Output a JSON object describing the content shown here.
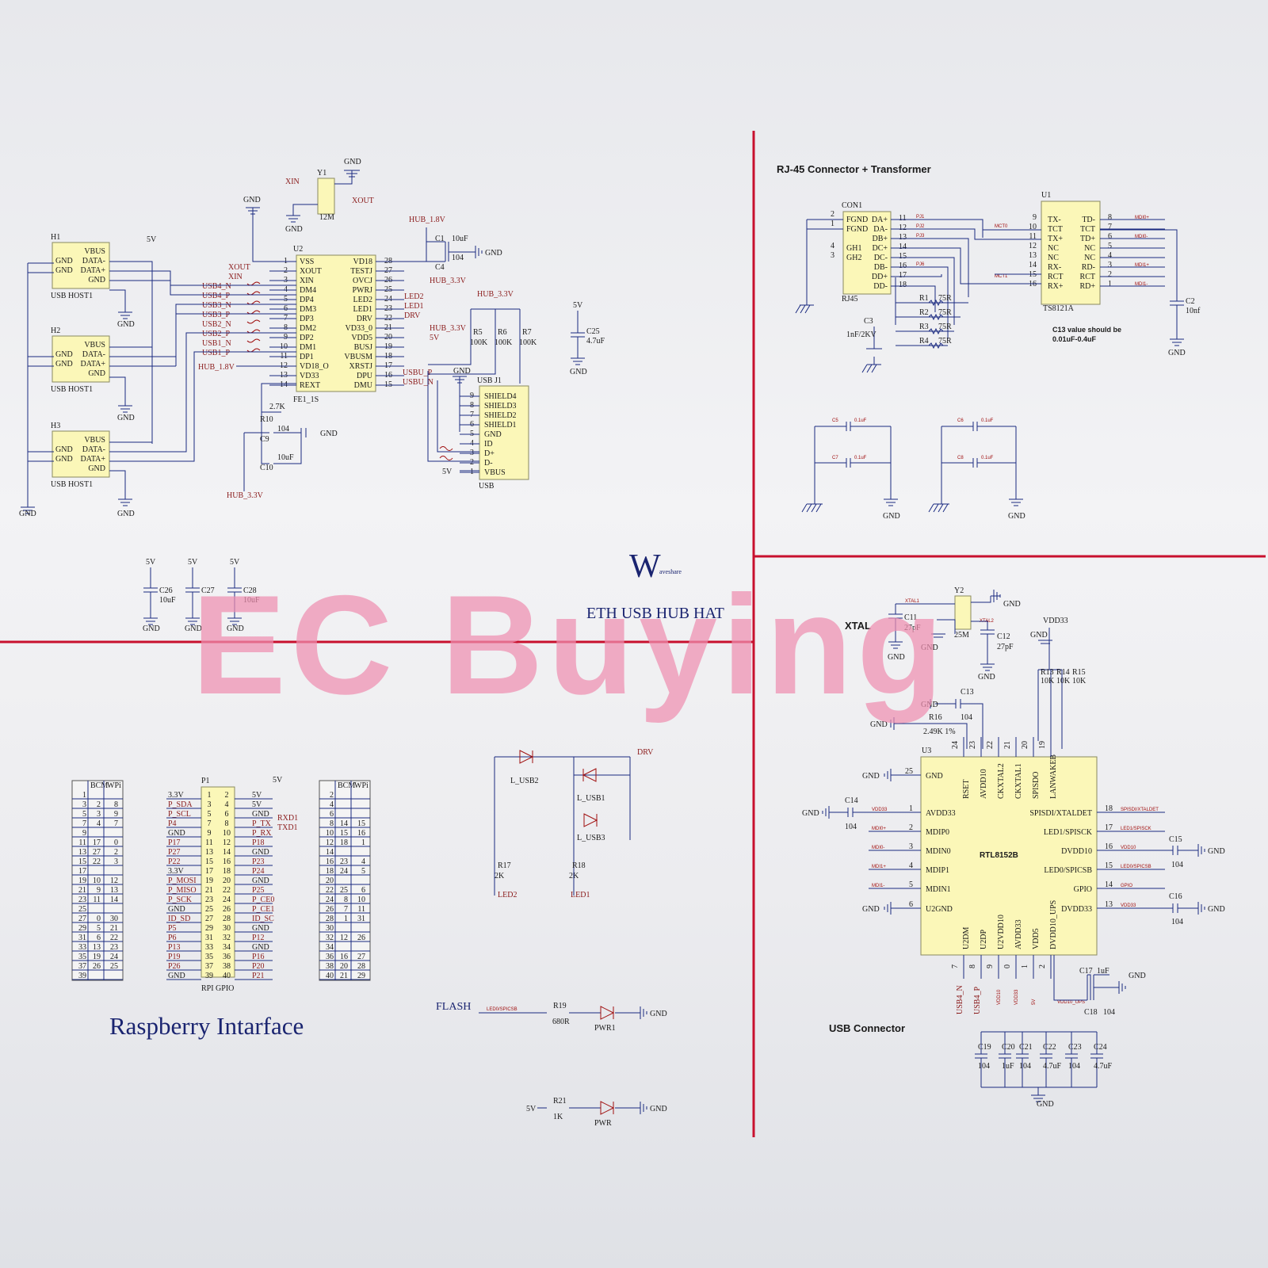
{
  "sections": {
    "rj45_title": "RJ-45 Connector + Transformer",
    "xtal_title": "XTAL",
    "usb_connector_title": "USB Connector",
    "raspberry_title": "Raspberry Intarface",
    "board_title": "ETH USB HUB HAT",
    "logo_letter": "W",
    "logo_text": "aveshare",
    "c13_note_1": "C13 value should be",
    "c13_note_2": "0.01uF-0.4uF",
    "flash_label": "FLASH"
  },
  "watermark": "EC Buying",
  "hub": {
    "u2_ref": "U2",
    "u2_part": "FE1_1S",
    "y1_ref": "Y1",
    "y1_val": "12M",
    "left_pins": [
      "VSS",
      "XOUT",
      "XIN",
      "DM4",
      "DP4",
      "DM3",
      "DP3",
      "DM2",
      "DP2",
      "DM1",
      "DP1",
      "VD18_O",
      "VD33",
      "REXT"
    ],
    "left_nums": [
      "1",
      "2",
      "3",
      "4",
      "5",
      "6",
      "7",
      "8",
      "9",
      "10",
      "11",
      "12",
      "13",
      "14"
    ],
    "right_pins": [
      "VD18",
      "TESTJ",
      "OVCJ",
      "PWRJ",
      "LED2",
      "LED1",
      "DRV",
      "VD33_0",
      "VDD5",
      "BUSJ",
      "VBUSM",
      "XRSTJ",
      "DPU",
      "DMU"
    ],
    "right_nums": [
      "28",
      "27",
      "26",
      "25",
      "24",
      "23",
      "22",
      "21",
      "20",
      "19",
      "18",
      "17",
      "16",
      "15"
    ],
    "left_nets": [
      "XOUT",
      "XIN",
      "USB4_N",
      "USB4_P",
      "USB3_N",
      "USB3_P",
      "USB2_N",
      "USB2_P",
      "USB1_N",
      "USB1_P",
      "HUB_1.8V"
    ],
    "right_nets": [
      "HUB_1.8V",
      "HUB_3.3V",
      "LED2",
      "LED1",
      "DRV",
      "HUB_3.3V",
      "5V",
      "USBU_P",
      "USBU_N"
    ],
    "c1": "C1",
    "c1_val": "10uF",
    "c4": "C4",
    "c4_val": "104",
    "r5": "R5",
    "r6": "R6",
    "r7": "R7",
    "r_val": "100K",
    "c25": "C25",
    "c25_val": "4.7uF",
    "r10": "R10",
    "r10_val": "2.7K",
    "c9": "C9",
    "c9_val": "104",
    "c10": "C10",
    "c10_val": "10uF",
    "hub33": "HUB_3.3V"
  },
  "hosts": [
    {
      "ref": "H1",
      "name": "USB HOST1"
    },
    {
      "ref": "H2",
      "name": "USB HOST1"
    },
    {
      "ref": "H3",
      "name": "USB HOST1"
    }
  ],
  "host_pins_left": [
    "GND",
    "GND"
  ],
  "host_pins_right": [
    "VBUS",
    "DATA-",
    "DATA+",
    "GND"
  ],
  "usbj1": {
    "ref": "USB J1",
    "name": "USB",
    "pins": [
      "SHIELD4",
      "SHIELD3",
      "SHIELD2",
      "SHIELD1",
      "GND",
      "ID",
      "D+",
      "D-",
      "VBUS"
    ],
    "nums": [
      "9",
      "8",
      "7",
      "6",
      "5",
      "4",
      "3",
      "2",
      "1"
    ]
  },
  "caps_5v": [
    {
      "ref": "C26",
      "val": "10uF"
    },
    {
      "ref": "C27",
      "val": ""
    },
    {
      "ref": "C28",
      "val": "10uF"
    }
  ],
  "rj45": {
    "con_ref": "CON1",
    "con_part": "RJ45",
    "con_left": [
      "FGND",
      "FGND",
      "GH1",
      "GH2"
    ],
    "con_right": [
      "DA+",
      "DA-",
      "DB+",
      "DC+",
      "DC-",
      "DB-",
      "DD+",
      "DD-"
    ],
    "con_nums": [
      "11",
      "12",
      "13",
      "14",
      "15",
      "16",
      "17",
      "18"
    ],
    "u1_ref": "U1",
    "u1_part": "TS8121A",
    "u1_left": [
      "TX-",
      "TCT",
      "TX+",
      "NC",
      "NC",
      "RX-",
      "RCT",
      "RX+"
    ],
    "u1_right": [
      "TD-",
      "TCT",
      "TD+",
      "NC",
      "NC",
      "RD-",
      "RCT",
      "RD+"
    ],
    "u1_lnums": [
      "9",
      "10",
      "11",
      "12",
      "13",
      "14",
      "15",
      "16"
    ],
    "u1_rnums": [
      "8",
      "7",
      "6",
      "5",
      "4",
      "3",
      "2",
      "1"
    ],
    "nets_right": [
      "MDI0+",
      "MDI0-",
      "MDI1+",
      "MDI1-"
    ],
    "resistors": [
      "R1",
      "R2",
      "R3",
      "R4"
    ],
    "r_val": "75R",
    "c3": "C3",
    "c3_val": "1nF/2KV",
    "c2": "C2",
    "c2_val": "10nf",
    "bypass": [
      {
        "ref": "C5",
        "val": "0.1uF"
      },
      {
        "ref": "C6",
        "val": "0.1uF"
      },
      {
        "ref": "C7",
        "val": "0.1uF"
      },
      {
        "ref": "C8",
        "val": "0.1uF"
      }
    ]
  },
  "rtl": {
    "ref": "U3",
    "part": "RTL8152B",
    "top_pins": [
      "RSET",
      "AVDD10",
      "CKXTAL2",
      "CKXTAL1",
      "SPISDO",
      "LANWAKEB"
    ],
    "top_nums": [
      "24",
      "23",
      "22",
      "21",
      "20",
      "19"
    ],
    "left_pins": [
      "GND",
      "AVDD33",
      "MDIP0",
      "MDIN0",
      "MDIP1",
      "MDIN1",
      "U2GND"
    ],
    "left_nums": [
      "25",
      "1",
      "2",
      "3",
      "4",
      "5",
      "6"
    ],
    "left_nets": [
      "VDD33",
      "MDI0+",
      "MDI0-",
      "MDI1+",
      "MDI1-"
    ],
    "right_pins": [
      "SPISDI/XTALDET",
      "LED1/SPISCK",
      "DVDD10",
      "LED0/SPICSB",
      "GPIO",
      "DVDD33"
    ],
    "right_nums": [
      "18",
      "17",
      "16",
      "15",
      "14",
      "13"
    ],
    "right_nets": [
      "SPISDI/XTALDET",
      "LED1/SPISCK",
      "VDD10",
      "LED0/SPICSB",
      "GPIO",
      "VDD33"
    ],
    "bottom_pins": [
      "U2DM",
      "U2DP",
      "U2VDD10",
      "AVDD33",
      "VDD5",
      "DVDD10_UPS"
    ],
    "bottom_nums": [
      "7",
      "8",
      "9",
      "0",
      "1",
      "2"
    ],
    "y2": "Y2",
    "y2_val": "25M",
    "xtal1": "XTAL1",
    "xtal2": "XTAL2",
    "c11": "C11",
    "c11_val": "27pF",
    "c12": "C12",
    "c12_val": "27pF",
    "vdd33": "VDD33",
    "r13": "R13",
    "r14": "R14",
    "r15": "R15",
    "r_val": "10K",
    "c13": "C13",
    "c13_val": "104",
    "r16": "R16",
    "r16_val": "2.49K 1%",
    "c14": "C14",
    "c14_val": "104",
    "c15": "C15",
    "c15_val": "104",
    "c16": "C16",
    "c16_val": "104",
    "c17": "C17",
    "c17_val": "1uF",
    "c18": "C18",
    "c18_val": "104",
    "bottom_nets": [
      "USB4_N",
      "USB4_P",
      "VDD10",
      "VDD33",
      "5V",
      "VDD10_UPS"
    ],
    "bottom_caps": [
      {
        "ref": "C19",
        "val": "104"
      },
      {
        "ref": "C20",
        "val": "1uF"
      },
      {
        "ref": "C21",
        "val": "104"
      },
      {
        "ref": "C22",
        "val": "4.7uF"
      },
      {
        "ref": "C23",
        "val": "104"
      },
      {
        "ref": "C24",
        "val": "4.7uF"
      }
    ]
  },
  "gpio": {
    "ref": "P1",
    "name": "RPI GPIO",
    "left_nets": [
      "3.3V",
      "P_SDA",
      "P_SCL",
      "P4",
      "GND",
      "P17",
      "P27",
      "P22",
      "3.3V",
      "P_MOSI",
      "P_MISO",
      "P_SCK",
      "GND",
      "ID_SD",
      "P5",
      "P6",
      "P13",
      "P19",
      "P26",
      "GND"
    ],
    "right_nets": [
      "5V",
      "5V",
      "GND",
      "P_TX",
      "P_RX",
      "P18",
      "GND",
      "P23",
      "P24",
      "GND",
      "P25",
      "P_CE0",
      "P_CE1",
      "ID_SC",
      "GND",
      "P12",
      "GND",
      "P16",
      "P20",
      "P21"
    ],
    "extra_right": [
      "5V",
      "RXD1",
      "TXD1"
    ],
    "left_hdr": [
      "BCM",
      "WPi"
    ],
    "left_bcm": [
      "",
      "2",
      "3",
      "4",
      "",
      "17",
      "27",
      "22",
      "",
      "10",
      "9",
      "11",
      "",
      "0",
      "5",
      "6",
      "13",
      "19",
      "26",
      ""
    ],
    "left_wpi": [
      "",
      "8",
      "9",
      "7",
      "",
      "0",
      "2",
      "3",
      "",
      "12",
      "13",
      "14",
      "",
      "30",
      "21",
      "22",
      "23",
      "24",
      "25",
      ""
    ],
    "right_bcm": [
      "",
      "",
      "",
      "14",
      "15",
      "18",
      "",
      "23",
      "24",
      "",
      "25",
      "8",
      "7",
      "1",
      "",
      "12",
      "",
      "16",
      "20",
      "21"
    ],
    "right_wpi": [
      "",
      "",
      "",
      "15",
      "16",
      "1",
      "",
      "4",
      "5",
      "",
      "6",
      "10",
      "11",
      "31",
      "",
      "26",
      "",
      "27",
      "28",
      "29"
    ]
  },
  "leds": {
    "drv": "DRV",
    "l_usb2": "L_USB2",
    "l_usb1": "L_USB1",
    "l_usb3": "L_USB3",
    "r17": "R17",
    "r17_val": "2K",
    "r18": "R18",
    "r18_val": "2K",
    "led2": "LED2",
    "led1": "LED1",
    "flash_net": "LED0/SPICSB",
    "r19": "R19",
    "r19_val": "680R",
    "pwr1": "PWR1",
    "r21": "R21",
    "r21_val": "1K",
    "pwr": "PWR",
    "v5": "5V"
  },
  "common": {
    "gnd": "GND",
    "v5": "5V"
  }
}
